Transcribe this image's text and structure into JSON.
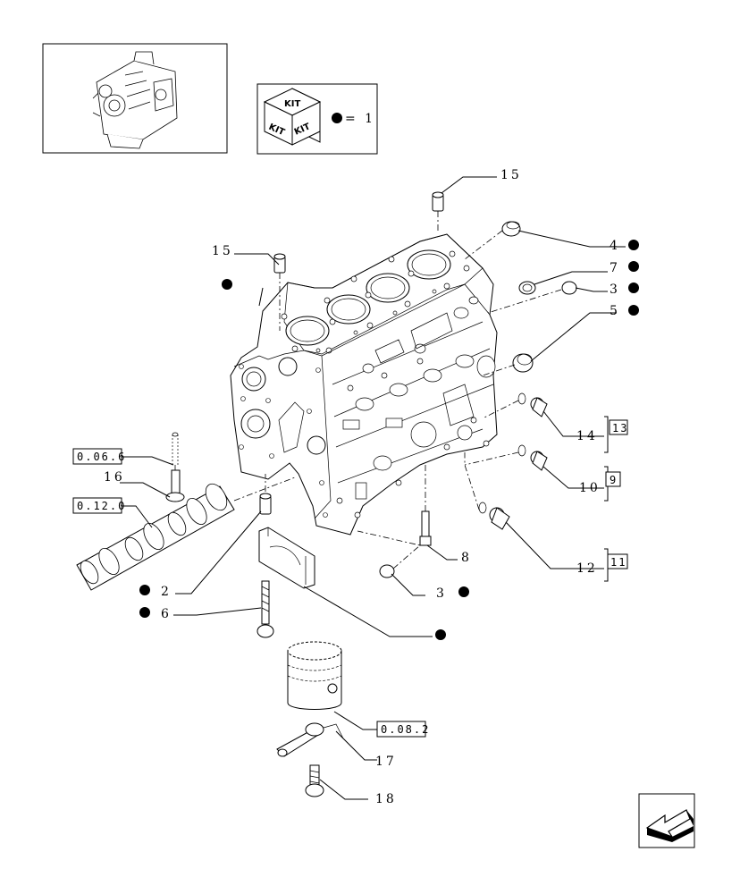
{
  "kit_legend": {
    "kit_words": [
      "KIT",
      "KIT",
      "KIT"
    ],
    "equals_text": "= 1"
  },
  "callouts": [
    {
      "id": "c15a",
      "number": "15"
    },
    {
      "id": "c15b",
      "number": "15"
    },
    {
      "id": "c4",
      "number": "4"
    },
    {
      "id": "c7",
      "number": "7"
    },
    {
      "id": "c3a",
      "number": "3"
    },
    {
      "id": "c5",
      "number": "5"
    },
    {
      "id": "c14",
      "number": "14"
    },
    {
      "id": "c13",
      "number": "13"
    },
    {
      "id": "c10",
      "number": "10"
    },
    {
      "id": "c9",
      "number": "9"
    },
    {
      "id": "c12",
      "number": "12"
    },
    {
      "id": "c11",
      "number": "11"
    },
    {
      "id": "c8",
      "number": "8"
    },
    {
      "id": "c3b",
      "number": "3"
    },
    {
      "id": "c16",
      "number": "16"
    },
    {
      "id": "c2",
      "number": "2"
    },
    {
      "id": "c6",
      "number": "6"
    },
    {
      "id": "c17",
      "number": "17"
    },
    {
      "id": "c18",
      "number": "18"
    }
  ],
  "references": [
    {
      "id": "r006",
      "text": "0.06.6"
    },
    {
      "id": "r012",
      "text": "0.12.0"
    },
    {
      "id": "r082",
      "text": "0.08.2"
    }
  ],
  "icons": {
    "thumbnail": "engine-thumbnail-icon",
    "kit": "kit-cube-icon",
    "nav": "back-arrow-icon"
  }
}
